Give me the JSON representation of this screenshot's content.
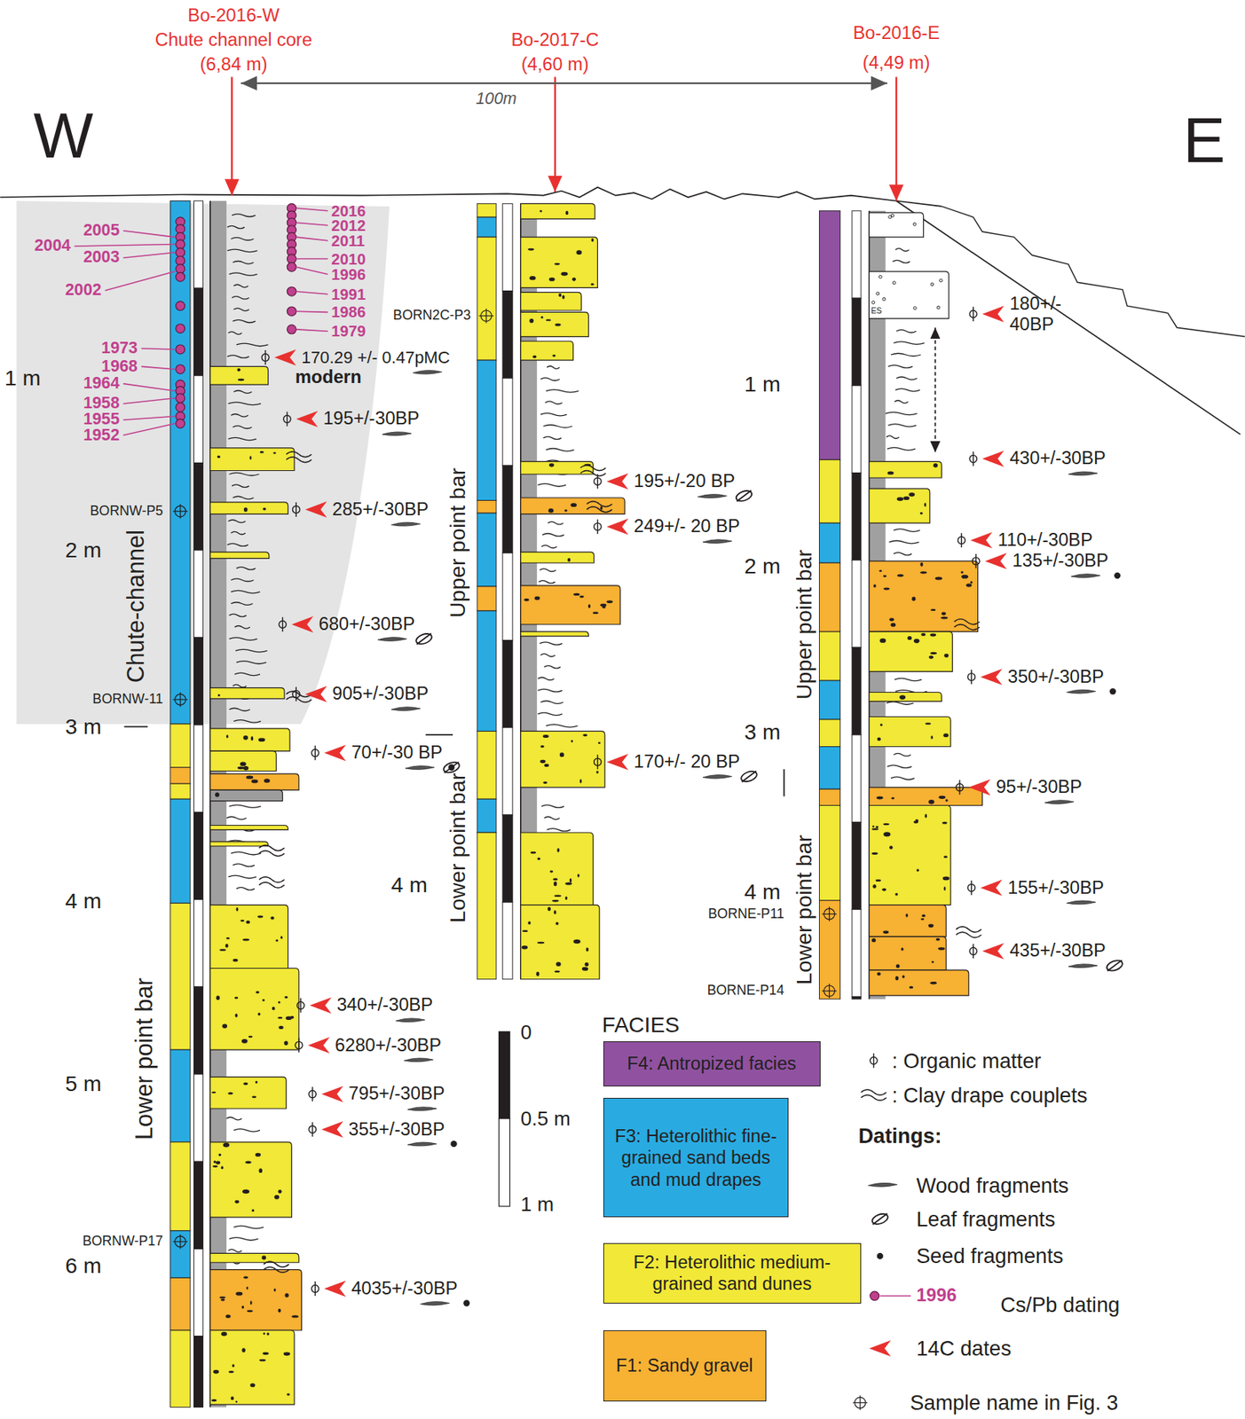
{
  "diagram": {
    "labels": [
      "Bo-2016-W",
      "Chute channel core",
      "(6,84 m)",
      "Bo-2017-C",
      "(4,60 m)",
      "Bo-2016-E",
      "(4,49 m)",
      "100m",
      "W",
      "E",
      "1 m",
      "2 m",
      "3 m",
      "4 m",
      "5 m",
      "6 m",
      "4 m",
      "1 m",
      "2 m",
      "3 m",
      "4 m",
      "2005",
      "2004",
      "2003",
      "2002",
      "1973",
      "1968",
      "1964",
      "1958",
      "1955",
      "1952",
      "2016",
      "2012",
      "2011",
      "2010",
      "1996",
      "1991",
      "1986",
      "1979",
      "Chute-channel",
      "Lower point bar",
      "BORNW-P5",
      "BORNW-11",
      "BORNW-P17",
      "170.29 +/- 0.47pMC",
      "modern",
      "195+/-30BP",
      "285+/-30BP",
      "680+/-30BP",
      "905+/-30BP",
      "70+/-30 BP",
      "340+/-30BP",
      "6280+/-30BP",
      "795+/-30BP",
      "355+/-30BP",
      "4035+/-30BP",
      "BORN2C-P3",
      "Upper point bar",
      "Lower point bar",
      "195+/-20 BP",
      "249+/- 20 BP",
      "170+/- 20 BP",
      "180+/- 40BP",
      "ES",
      "430+/-30BP",
      "110+/-30BP",
      "135+/-30BP",
      "350+/-30BP",
      "95+/-30BP",
      "155+/-30BP",
      "435+/-30BP",
      "Upper point bar",
      "Lower point bar",
      "BORNE-P11",
      "BORNE-P14",
      "0",
      "0.5 m",
      "1 m",
      "FACIES",
      "Datings:",
      "1996"
    ],
    "legend": [
      {
        "text": "F4: Antropized facies",
        "color": "#9052a0"
      },
      {
        "text": "F3: Heterolithic fine-grained sand beds and mud drapes",
        "color": "#29abe2"
      },
      {
        "text": "F2: Heterolithic medium-grained sand dunes",
        "color": "#f1e837"
      },
      {
        "text": "F1: Sandy gravel",
        "color": "#f7b133"
      },
      {
        "text": ": Organic matter"
      },
      {
        "text": ": Clay drape couplets"
      },
      {
        "text": "Wood fragments"
      },
      {
        "text": "Leaf fragments"
      },
      {
        "text": "Seed fragments"
      },
      {
        "text": "Cs/Pb dating"
      },
      {
        "text": "14C dates"
      },
      {
        "text": "Sample name in Fig. 3"
      }
    ]
  }
}
